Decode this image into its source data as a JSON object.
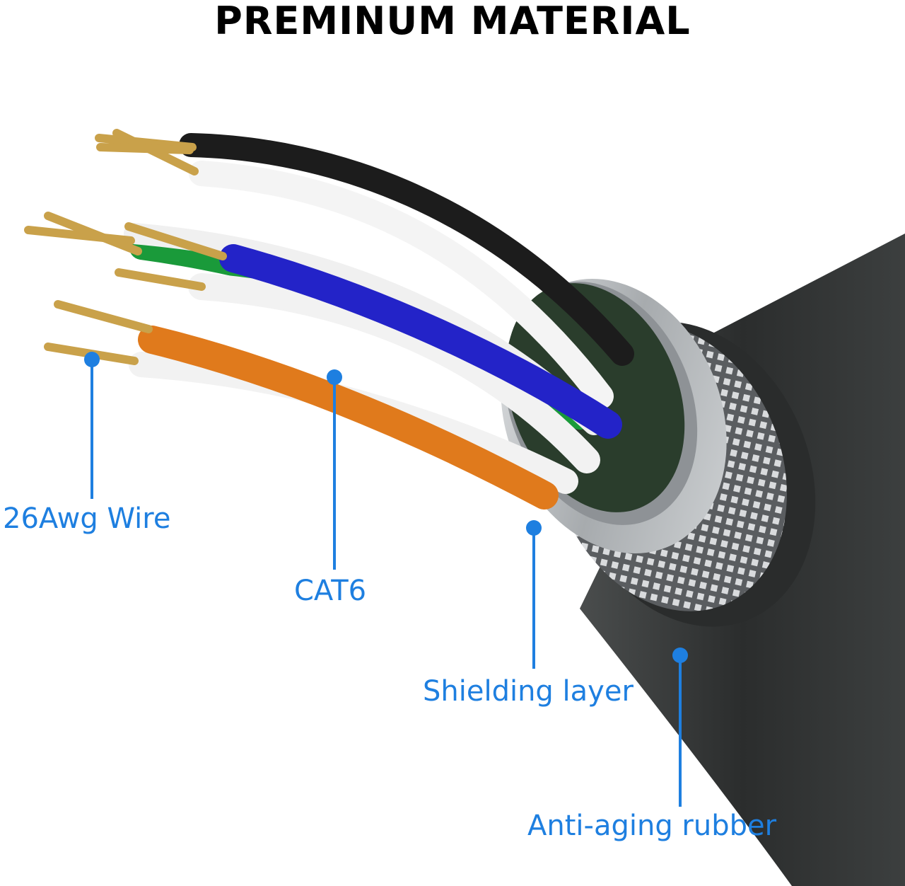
{
  "title": "PREMINUM MATERIAL",
  "accent_color": "#1e7fe0",
  "labels": {
    "wire": "26Awg Wire",
    "cat6": "CAT6",
    "shielding": "Shielding layer",
    "rubber": "Anti-aging rubber"
  },
  "wire_colors": {
    "black": "#1c1c1c",
    "white": "#f4f4f4",
    "green": "#1a9a3a",
    "blue": "#2323c8",
    "orange": "#e07a1c",
    "copper": "#c9a14a",
    "jacket": "#2f3131",
    "shield": "#b9bcbf"
  }
}
